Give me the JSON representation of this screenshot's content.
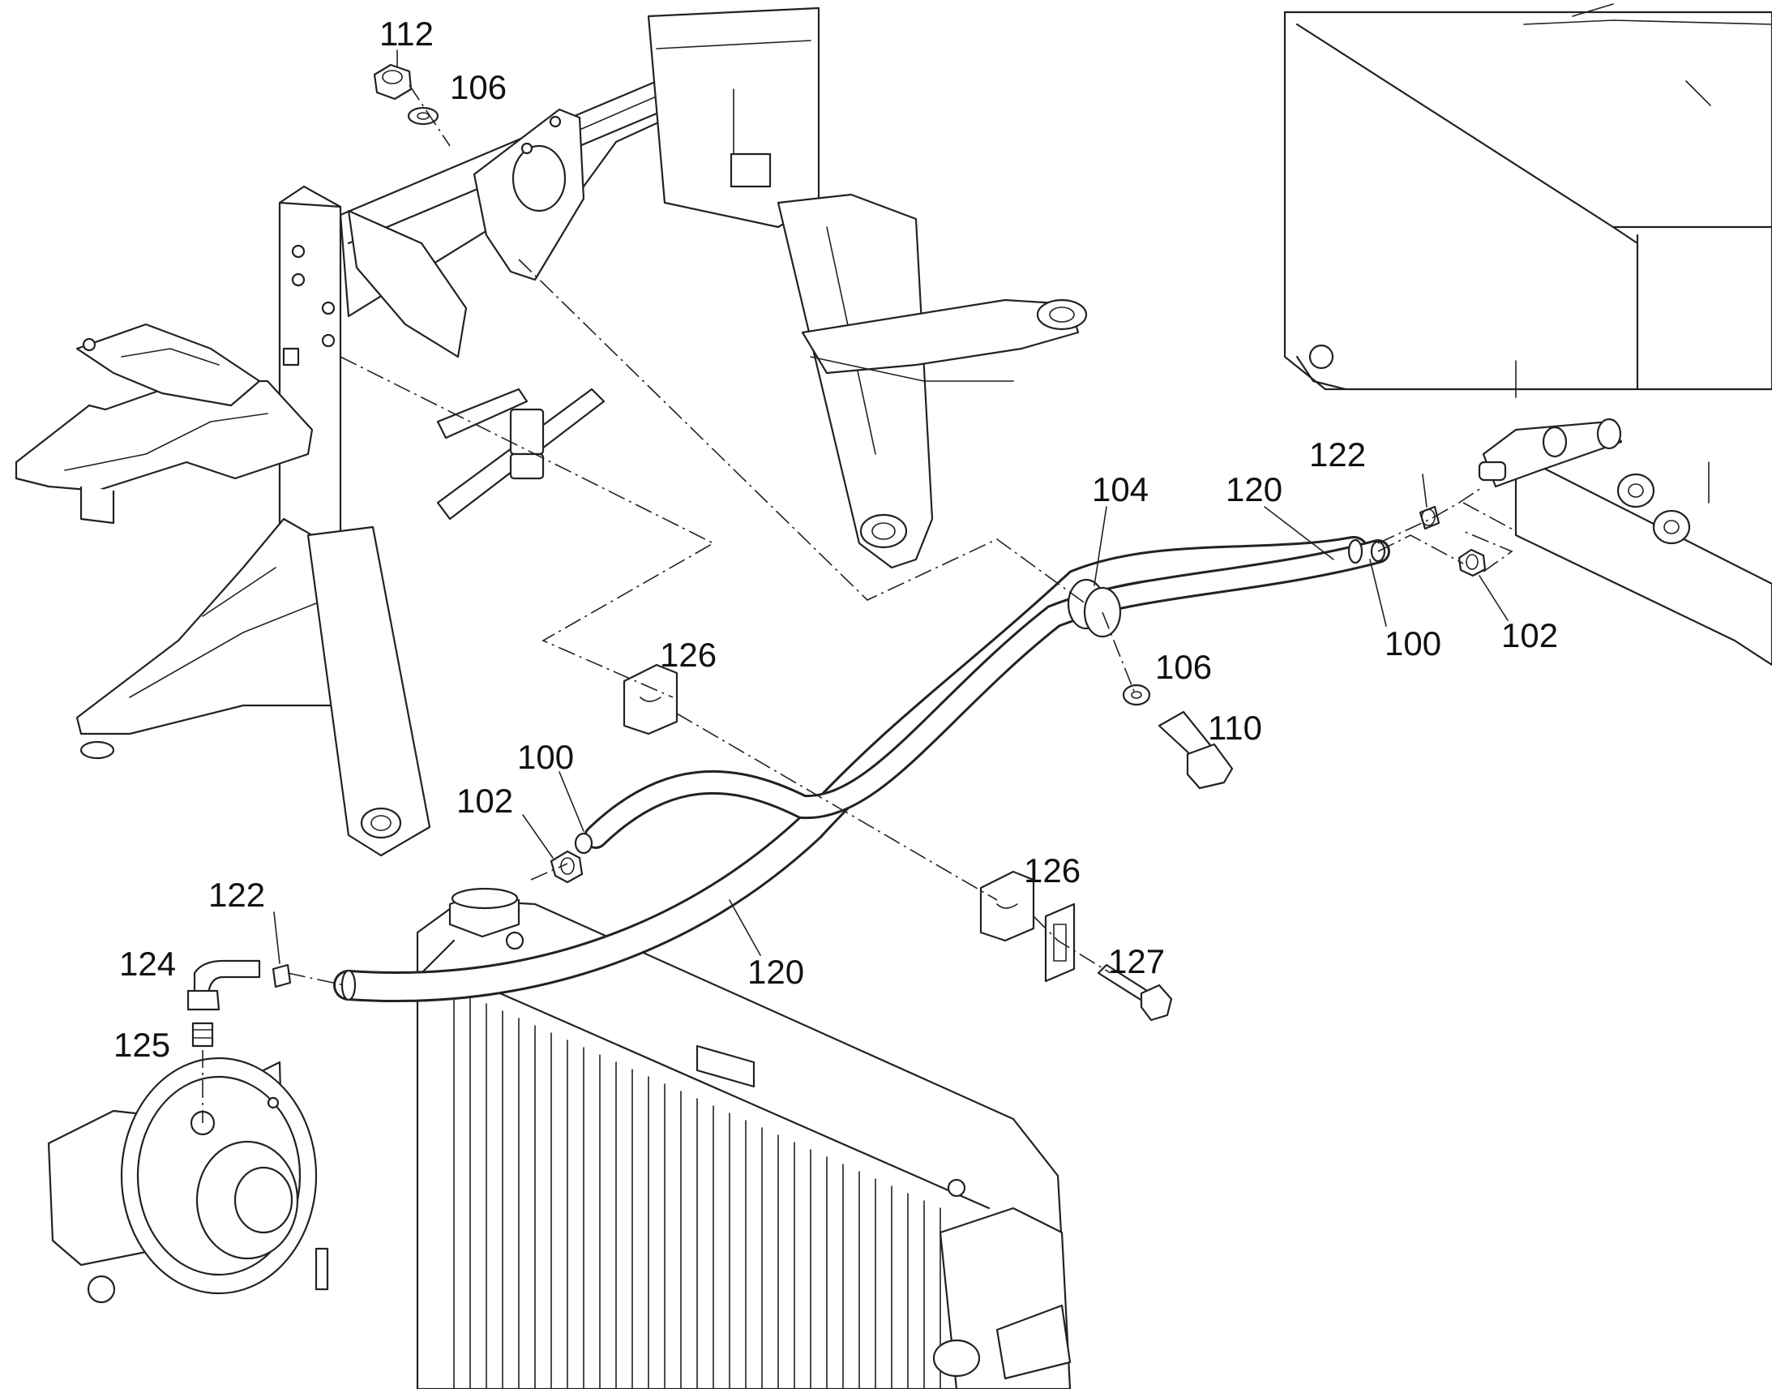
{
  "callouts": {
    "c112_top": "112",
    "c106_top": "106",
    "c122_right": "122",
    "c104": "104",
    "c120_right": "120",
    "c100_right": "100",
    "c102_right": "102",
    "c126_upper": "126",
    "c106_mid": "106",
    "c110": "110",
    "c100_left": "100",
    "c102_left": "102",
    "c126_lower": "126",
    "c127": "127",
    "c122_left": "122",
    "c124": "124",
    "c125": "125",
    "c120_lower": "120"
  }
}
